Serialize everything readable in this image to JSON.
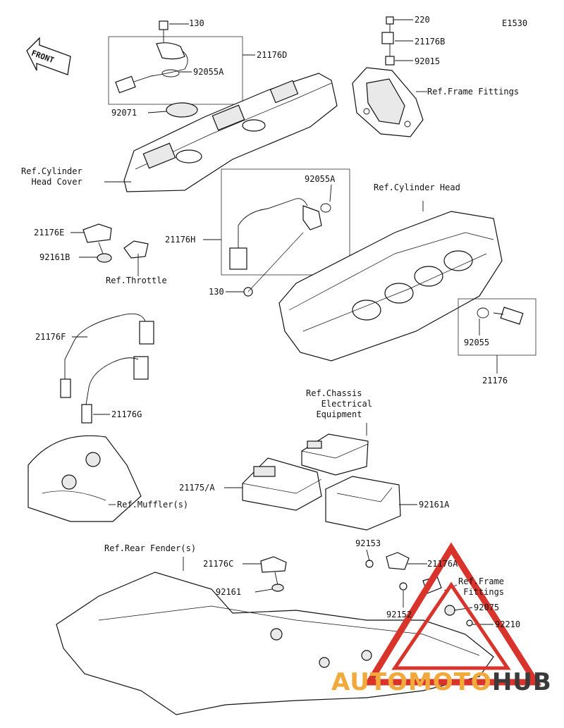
{
  "diagram_code": "E1530",
  "front_label": "FRONT",
  "parts": {
    "p130_top": "130",
    "p21176D": "21176D",
    "p92055A_top": "92055A",
    "p92071": "92071",
    "p220": "220",
    "p21176B": "21176B",
    "p92015": "92015",
    "p92055A_mid": "92055A",
    "p21176H": "21176H",
    "p130_mid": "130",
    "p21176E": "21176E",
    "p92161B": "92161B",
    "p92055": "92055",
    "p21176": "21176",
    "p21176F": "21176F",
    "p21176G": "21176G",
    "p21175A": "21175/A",
    "p92161A": "92161A",
    "p92153": "92153",
    "p21176A": "21176A",
    "p21176C": "21176C",
    "p92161": "92161",
    "p92152": "92152",
    "p92075": "92075",
    "p92210": "92210"
  },
  "refs": {
    "frame_fittings_top": "Ref.Frame Fittings",
    "cylinder_head_cover": "Ref.Cylinder\n  Head Cover",
    "cylinder_head": "Ref.Cylinder Head",
    "throttle": "Ref.Throttle",
    "chassis_electrical": "Ref.Chassis\n   Electrical\n  Equipment",
    "muffler": "Ref.Muffler(s)",
    "rear_fender": "Ref.Rear Fender(s)",
    "frame_fittings_bottom": "Ref.Frame\n Fittings"
  },
  "watermark": {
    "text_a": "AUTOMOTO",
    "text_b": "HUB",
    "color_a": "#f2a93b",
    "color_b": "#3a3a3a",
    "triangle_color": "#d9342b"
  }
}
